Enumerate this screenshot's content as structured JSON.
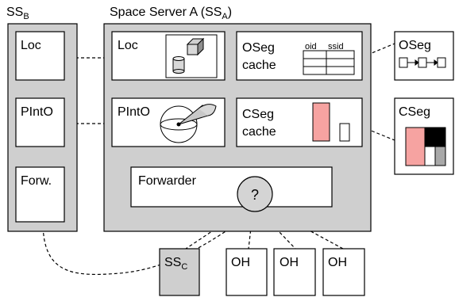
{
  "colors": {
    "server_fill": "#cfcfcf",
    "box_fill": "#ffffff",
    "stroke": "#000000",
    "seg_pink": "#f6a3a1",
    "seg_dark": "#000000",
    "seg_gray": "#a8a8a8",
    "question_fill": "#d4d4d4"
  },
  "ssb": {
    "title_main": "SS",
    "title_sub": "B"
  },
  "ssa": {
    "title_main": "Space Server A (SS",
    "title_sub": "A",
    "title_end": ")"
  },
  "ssc": {
    "title_main": "SS",
    "title_sub": "C"
  },
  "labels": {
    "ssb_loc": "Loc",
    "ssb_pinto": "PIntO",
    "ssb_forw": "Forw.",
    "ssa_loc": "Loc",
    "ssa_pinto": "PIntO",
    "oseg_cache_line1": "OSeg",
    "oseg_cache_line2": "cache",
    "oid": "oid",
    "ssid": "ssid",
    "cseg_cache_line1": "CSeg",
    "cseg_cache_line2": "cache",
    "forwarder": "Forwarder",
    "question": "?",
    "oseg_ext": "OSeg",
    "cseg_ext": "CSeg",
    "oh1": "OH",
    "oh2": "OH",
    "oh3": "OH"
  },
  "icons": {
    "loc": "cube-and-cylinder-icon",
    "pinto": "sphere-with-cone-icon",
    "oseg_table": "table-icon",
    "oseg_chain": "linked-boxes-icon",
    "cseg_cache": "segment-blocks-icon",
    "cseg_ext": "segment-blocks-icon"
  }
}
